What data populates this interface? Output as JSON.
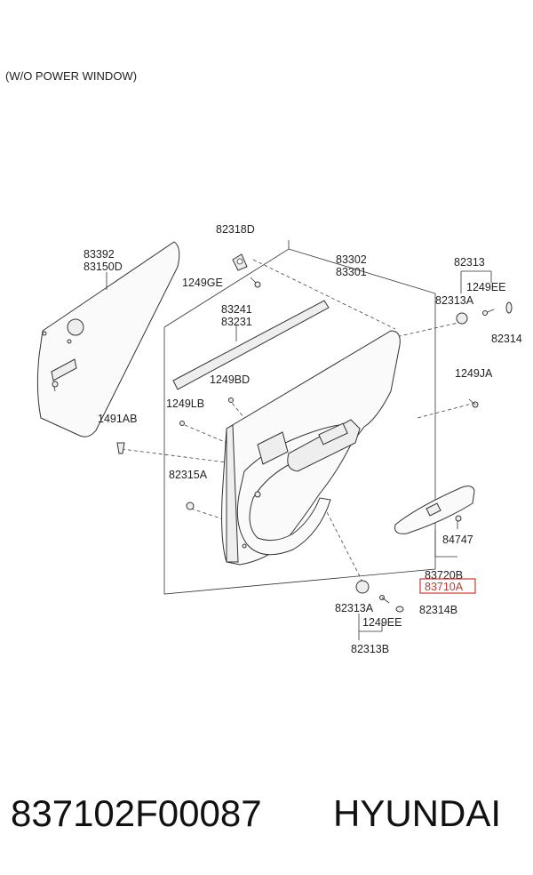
{
  "header": {
    "note": "(W/O POWER WINDOW)"
  },
  "labels": {
    "l83392": "83392",
    "l83150D": "83150D",
    "l82318D": "82318D",
    "l1249GE": "1249GE",
    "l83302": "83302",
    "l83301": "83301",
    "l82313": "82313",
    "l1249EE_top": "1249EE",
    "l82313A_top": "82313A",
    "l82314": "82314",
    "l83241": "83241",
    "l83231": "83231",
    "l1249BD": "1249BD",
    "l1249LB": "1249LB",
    "l1249JA": "1249JA",
    "l1491AB": "1491AB",
    "l82315A": "82315A",
    "l84747": "84747",
    "l83720B": "83720B",
    "l83710A": "83710A",
    "l82313A_bot": "82313A",
    "l82314B": "82314B",
    "l1249EE_bot": "1249EE",
    "l82313B": "82313B"
  },
  "highlight": {
    "color": "#d9342b"
  },
  "footer": {
    "part_number": "837102F00087",
    "brand": "HYUNDAI"
  }
}
